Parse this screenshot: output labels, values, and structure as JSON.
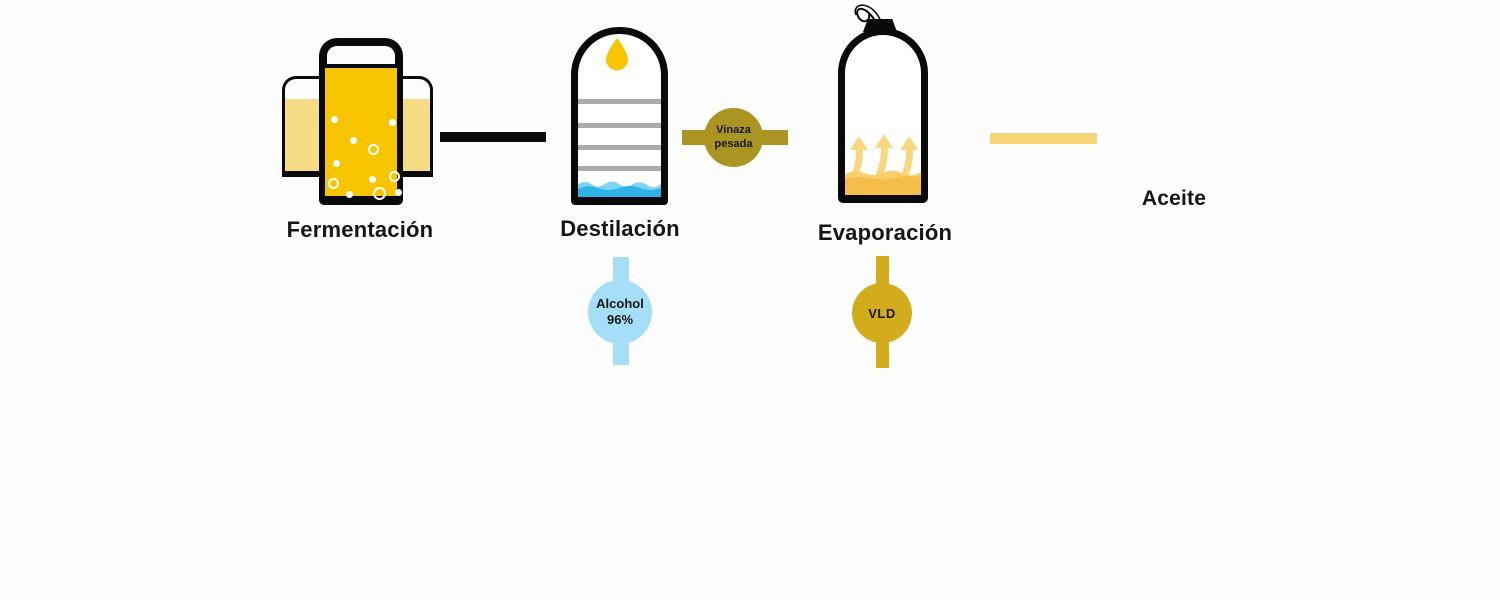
{
  "diagram": {
    "stages": [
      {
        "id": "fermentation",
        "label": "Fermentación"
      },
      {
        "id": "distillation",
        "label": "Destilación"
      },
      {
        "id": "evaporation",
        "label": "Evaporación"
      }
    ],
    "final_product": {
      "label": "Aceite"
    },
    "byproducts": {
      "vinaza": {
        "line1": "Vinaza",
        "line2": "pesada",
        "color": "#ab9522"
      },
      "alcohol": {
        "line1": "Alcohol",
        "line2": "96%",
        "color": "#a5dff7"
      },
      "vld": {
        "label": "VLD",
        "color": "#d3ac1e"
      }
    },
    "colors": {
      "outline_black": "#0a0a0a",
      "beer_yellow": "#f7c500",
      "pale_yellow": "#f6dc85",
      "tray_gray": "#ababab",
      "liquid_blue": "#2fb2e8",
      "liquid_blue_light": "#7cd3f5",
      "evap_gold": "#f5bd4a",
      "evap_arrow_yellow": "#f9d77e",
      "aceite_bar": "#f6d478",
      "label_text": "#151515",
      "background": "#fdfdfd"
    }
  }
}
